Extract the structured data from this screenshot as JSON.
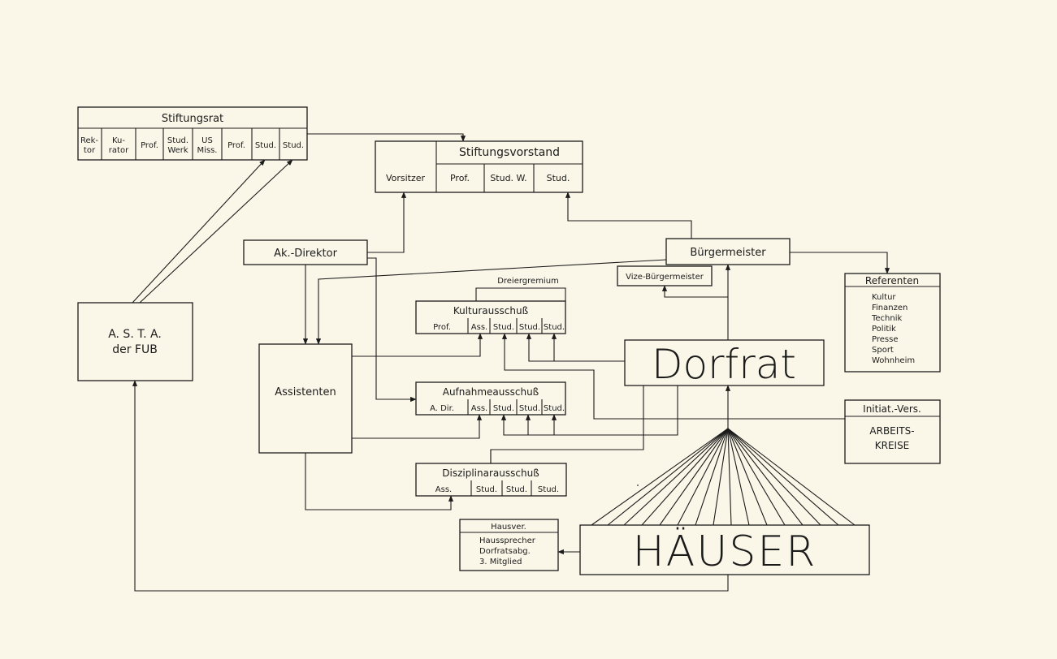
{
  "stiftungsrat": {
    "title": "Stiftungsrat",
    "cells": [
      "Rek-\ntor",
      "Ku-\nrator",
      "Prof.",
      "Stud.\nWerk",
      "US\nMiss.",
      "Prof.",
      "Stud.",
      "Stud."
    ]
  },
  "stiftungsvorstand": {
    "title": "Stiftungsvorstand",
    "vorsitzer": "Vorsitzer",
    "cells": [
      "Prof.",
      "Stud. W.",
      "Stud."
    ]
  },
  "ak_direktor": "Ak.-Direktor",
  "buergermeister": "Bürgermeister",
  "vize_buergermeister": "Vize-Bürgermeister",
  "referenten": {
    "title": "Referenten",
    "items": [
      "Kultur",
      "Finanzen",
      "Technik",
      "Politik",
      "Presse",
      "Sport",
      "Wohnheim"
    ]
  },
  "asta": {
    "line1": "A. S. T. A.",
    "line2": "der FUB"
  },
  "assistenten": "Assistenten",
  "dreiergremium": "Dreiergremium",
  "kulturausschuss": {
    "title": "Kulturausschuß",
    "cells": [
      "Prof.",
      "Ass.",
      "Stud.",
      "Stud.",
      "Stud."
    ]
  },
  "aufnahmeausschuss": {
    "title": "Aufnahmeausschuß",
    "cells": [
      "A. Dir.",
      "Ass.",
      "Stud.",
      "Stud.",
      "Stud."
    ]
  },
  "disziplinarausschuss": {
    "title": "Disziplinarausschuß",
    "cells": [
      "Ass.",
      "Stud.",
      "Stud.",
      "Stud."
    ]
  },
  "dorfrat": "Dorfrat",
  "initiativ": {
    "title": "Initiat.-Vers.",
    "line1": "ARBEITS-",
    "line2": "KREISE"
  },
  "hausver": {
    "title": "Hausver.",
    "items": [
      "Haussprecher",
      "Dorfratsabg.",
      "3. Mitglied"
    ]
  },
  "haeuser": "HÄUSER"
}
